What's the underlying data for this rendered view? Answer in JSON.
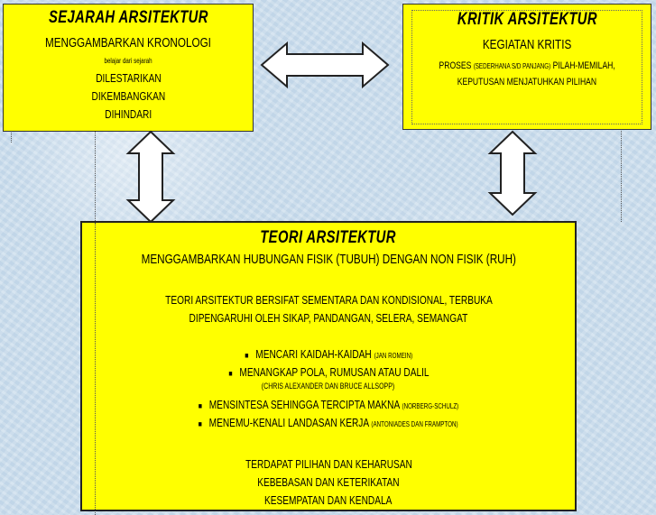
{
  "sejarah": {
    "title": "SEJARAH ARSITEKTUR",
    "subtitle": "MENGGAMBARKAN KRONOLOGI",
    "small": "belajar dari sejarah",
    "items": [
      "DILESTARIKAN",
      "DIKEMBANGKAN",
      "DIHINDARI"
    ]
  },
  "kritik": {
    "title": "KRITIK ARSITEKTUR",
    "subtitle": "KEGIATAN KRITIS",
    "line1_a": "PROSES",
    "line1_small": "(SEDERHANA S/D PANJANG)",
    "line1_b": "PILAH-MEMILAH,",
    "line2": "KEPUTUSAN MENJATUHKAN PILIHAN"
  },
  "teori": {
    "title": "TEORI ARSITEKTUR",
    "subtitle": "MENGGAMBARKAN HUBUNGAN FISIK (TUBUH) DENGAN NON FISIK (RUH)",
    "para1": "TEORI ARSITEKTUR BERSIFAT SEMENTARA DAN KONDISIONAL, TERBUKA",
    "para2": "DIPENGARUHI OLEH SIKAP, PANDANGAN, SELERA, SEMANGAT",
    "bullets": [
      {
        "text": "MENCARI KAIDAH-KAIDAH",
        "small": "(JAN ROMEIN)"
      },
      {
        "text": "MENANGKAP POLA, RUMUSAN ATAU DALIL",
        "small": ""
      },
      {
        "text": "MENSINTESA SEHINGGA TERCIPTA MAKNA",
        "small": "(NORBERG-SCHULZ)"
      },
      {
        "text": "MENEMU-KENALI LANDASAN KERJA",
        "small": "(ANTONIADES DAN FRAMPTON)"
      }
    ],
    "bullet2_note": "(CHRIS ALEXANDER DAN BRUCE ALLSOPP)",
    "closing": [
      "TERDAPAT PILIHAN DAN KEHARUSAN",
      "KEBEBASAN DAN KETERIKATAN",
      "KESEMPATAN DAN KENDALA"
    ]
  },
  "colors": {
    "box_fill": "#ffff00",
    "arrow_fill": "#ffffff",
    "outline": "#222222"
  }
}
